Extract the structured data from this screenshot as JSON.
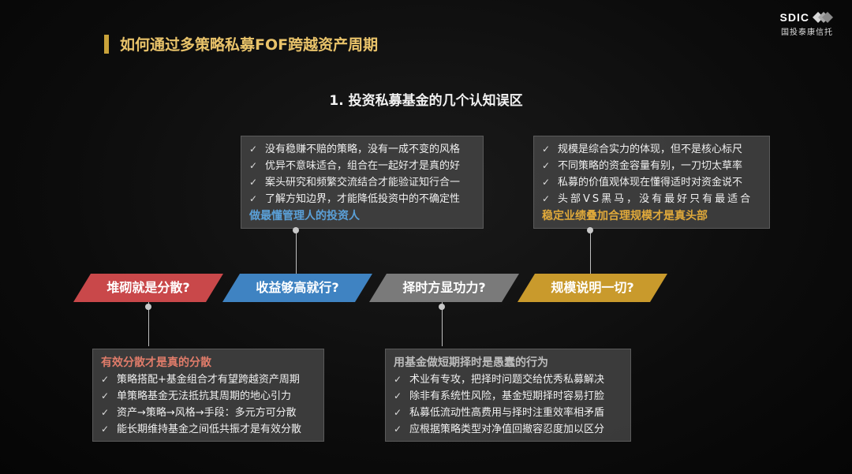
{
  "brand": {
    "name": "SDIC",
    "subtitle": "国投泰康信托"
  },
  "page_title": "如何通过多策略私募FOF跨越资产周期",
  "section_title": "1. 投资私募基金的几个认知误区",
  "myths": [
    {
      "label": "堆砌就是分散?",
      "color": "#c9484a"
    },
    {
      "label": "收益够高就行?",
      "color": "#3f83c2"
    },
    {
      "label": "择时方显功力?",
      "color": "#7a7a7a"
    },
    {
      "label": "规模说明一切?",
      "color": "#c99a2c"
    }
  ],
  "boxes": {
    "top1": {
      "items": [
        "没有稳赚不赔的策略，没有一成不变的风格",
        "优异不意味适合，组合在一起好才是真的好",
        "案头研究和频繁交流结合才能验证知行合一",
        "了解方知边界，才能降低投资中的不确定性"
      ],
      "highlight": "做最懂管理人的投资人"
    },
    "top2": {
      "items": [
        "规模是综合实力的体现，但不是核心标尺",
        "不同策略的资金容量有别，一刀切太草率",
        "私募的价值观体现在懂得适时对资金说不",
        "头部VS黑马，没有最好只有最适合"
      ],
      "highlight": "稳定业绩叠加合理规模才是真头部"
    },
    "bot1": {
      "highlight": "有效分散才是真的分散",
      "items": [
        "策略搭配+基金组合才有望跨越资产周期",
        "单策略基金无法抵抗其周期的地心引力",
        "资产→策略→风格→手段：多元方可分散",
        "能长期维持基金之间低共振才是有效分散"
      ]
    },
    "bot2": {
      "highlight": "用基金做短期择时是愚蠢的行为",
      "items": [
        "术业有专攻，把择时问题交给优秀私募解决",
        "除非有系统性风险，基金短期择时容易打脸",
        "私募低流动性高费用与择时注重效率相矛盾",
        "应根据策略类型对净值回撤容忍度加以区分"
      ]
    }
  },
  "check_glyph": "✓"
}
